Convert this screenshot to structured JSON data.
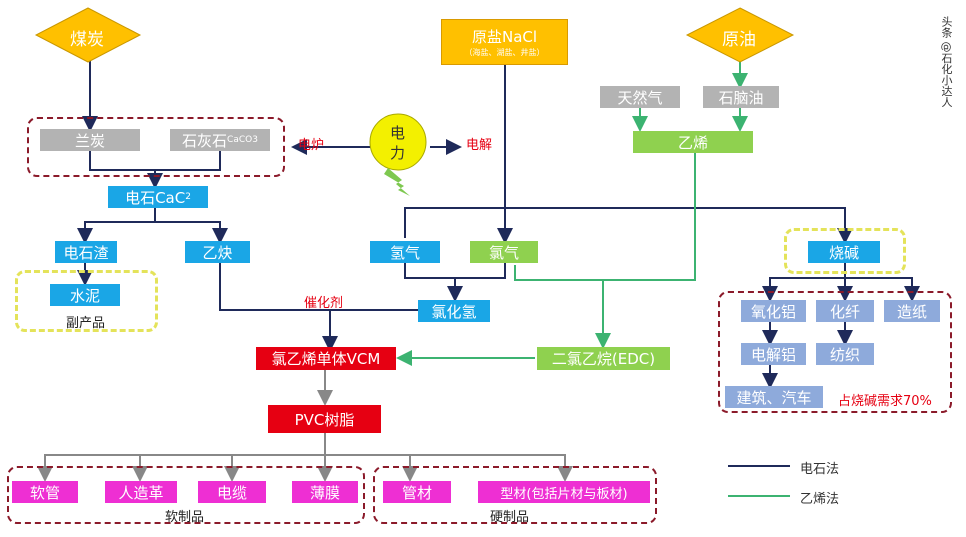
{
  "sources": {
    "coal": "煤炭",
    "salt": "原盐NaCl",
    "salt_sub": "（海盐、湖盐、井盐）",
    "oil": "原油"
  },
  "power": {
    "label_top": "电",
    "label_bottom": "力"
  },
  "gas": {
    "natural_gas": "天然气",
    "naphtha": "石脑油",
    "ethylene": "乙烯"
  },
  "carbide": {
    "coke": "兰炭",
    "limestone": "石灰石",
    "limestone_formula": "CaCO3",
    "carbide": "电石CaC",
    "carbide_sub": "2",
    "furnace": "电炉",
    "residue": "电石渣",
    "cement": "水泥",
    "byproduct": "副产品",
    "acetylene": "乙炔"
  },
  "electrolysis": {
    "label": "电解",
    "hydrogen": "氢气",
    "chlorine": "氯气",
    "hcl": "氯化氢",
    "catalyst": "催化剂"
  },
  "vcm": {
    "vcm": "氯乙烯单体VCM",
    "edc": "二氯乙烷(EDC)",
    "pvc": "PVC树脂"
  },
  "caustic": {
    "caustic_soda": "烧碱",
    "alumina": "氧化铝",
    "fiber": "化纤",
    "paper": "造纸",
    "aluminum": "电解铝",
    "textile": "纺织",
    "construction": "建筑、汽车",
    "demand_note": "占烧碱需求70%"
  },
  "products": {
    "soft": [
      "软管",
      "人造革",
      "电缆",
      "薄膜"
    ],
    "soft_label": "软制品",
    "hard": [
      "管材",
      "型材(包括片材与板材)"
    ],
    "hard_label": "硬制品"
  },
  "legend": {
    "carbide_method": "电石法",
    "ethylene_method": "乙烯法"
  },
  "watermark": "头条 @石化小达人",
  "colors": {
    "carbide_line": "#1f2a5a",
    "ethylene_line": "#3cb371",
    "product_line": "#888888"
  }
}
